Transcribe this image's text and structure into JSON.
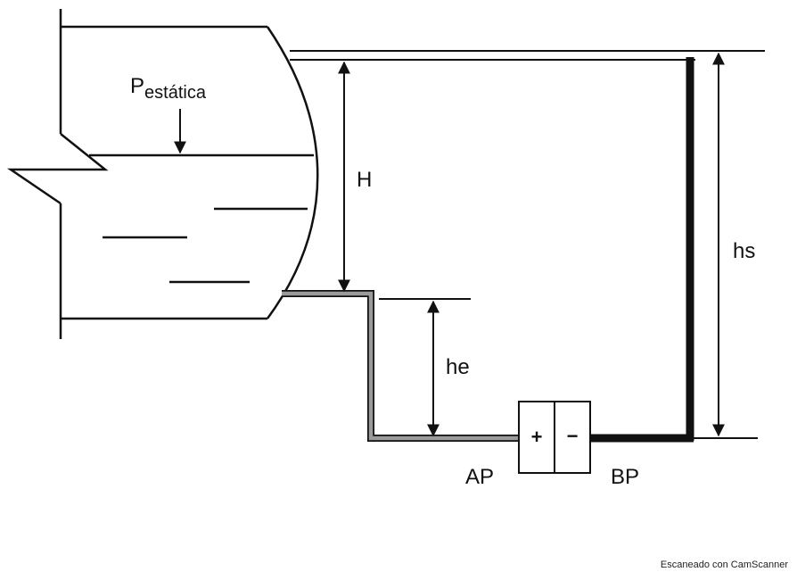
{
  "labels": {
    "pressure_symbol": "P",
    "pressure_subscript": "estática",
    "height_total": "H",
    "height_static_side": "hs",
    "height_equalizing": "he",
    "plus_sign": "+",
    "minus_sign": "−",
    "high_pressure": "AP",
    "low_pressure": "BP"
  },
  "watermark": "Escaneado con CamScanner"
}
